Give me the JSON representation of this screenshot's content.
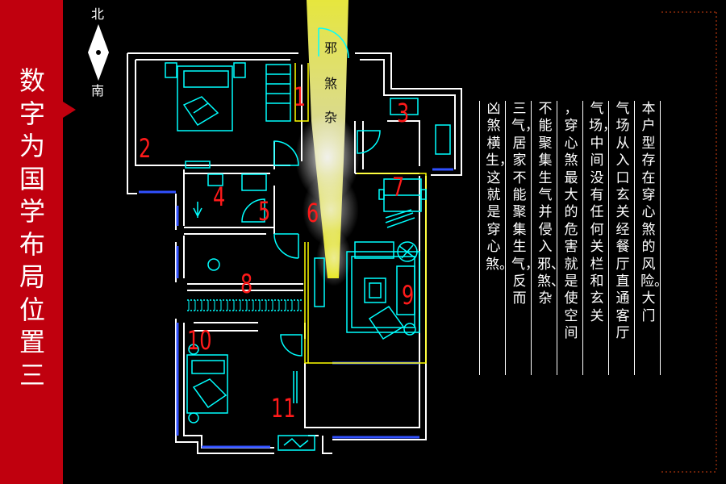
{
  "title": "数字为国学布局位置三",
  "compass": {
    "north": "北",
    "south": "南"
  },
  "ray_labels": [
    "邪",
    "煞",
    "杂"
  ],
  "room_numbers": [
    "1",
    "2",
    "3",
    "4",
    "5",
    "6",
    "7",
    "8",
    "9",
    "10",
    "11"
  ],
  "description_columns": [
    "本户型存在穿心煞的风险。大门",
    "气场从入口玄关经餐厅直通客厅",
    "气场，中间没有任何关栏和玄关",
    "，穿心煞最大的危害就是使空间",
    "不能聚集生气并侵入邪、煞、杂",
    "三气，居家不能聚集生气，反而",
    "凶煞横生，这就是穿心煞。"
  ],
  "colors": {
    "sidebar": "#c0000e",
    "wall": "#ffffff",
    "furniture": "#00ffff",
    "highlight": "#ffff00",
    "numbers": "#ff1a1a",
    "window": "#3050ff"
  }
}
